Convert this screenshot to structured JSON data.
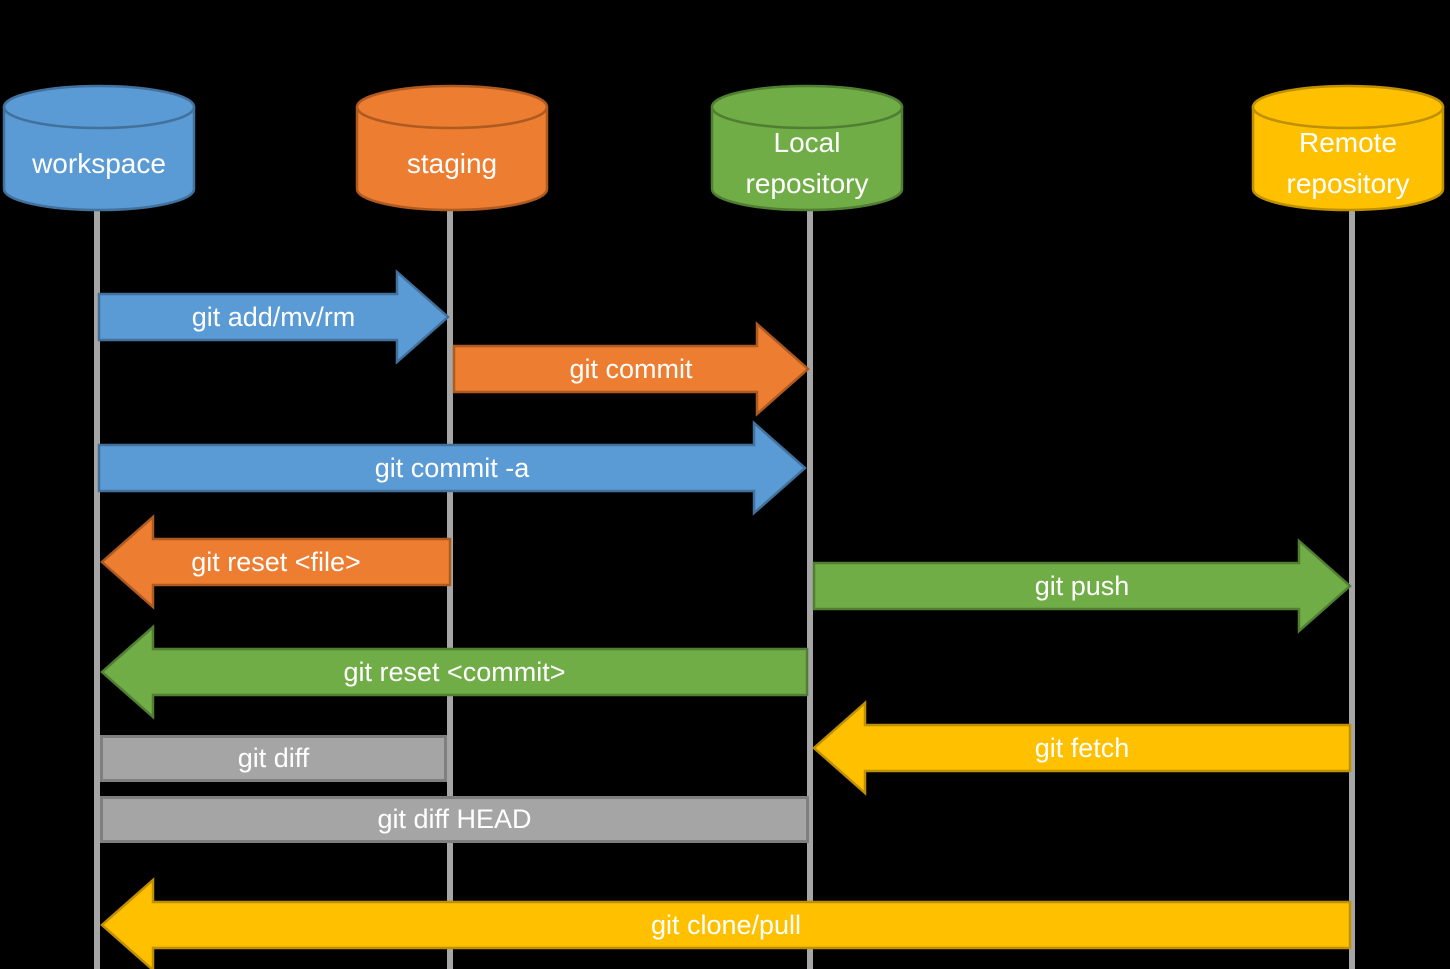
{
  "palette": {
    "background": "#000000",
    "line": "#A6A6A6",
    "text": "#FFFFFF",
    "blue": {
      "fill": "#5B9BD5",
      "border": "#41719C"
    },
    "orange": {
      "fill": "#ED7D31",
      "border": "#AE5A21"
    },
    "green": {
      "fill": "#70AD47",
      "border": "#507E32"
    },
    "gold": {
      "fill": "#FFC000",
      "border": "#BF9000"
    },
    "gray": {
      "fill": "#A5A5A5",
      "border": "#7F7F7F"
    }
  },
  "nodes": [
    {
      "label": "workspace",
      "color": "blue"
    },
    {
      "label": "staging",
      "color": "orange"
    },
    {
      "label": "Local repository",
      "color": "green"
    },
    {
      "label": "Remote repository",
      "color": "gold"
    }
  ],
  "arrows": [
    {
      "label": "git add/mv/rm",
      "from": "workspace",
      "to": "staging",
      "direction": "right",
      "color": "blue"
    },
    {
      "label": "git commit",
      "from": "staging",
      "to": "local-repository",
      "direction": "right",
      "color": "orange"
    },
    {
      "label": "git commit -a",
      "from": "workspace",
      "to": "local-repository",
      "direction": "right",
      "color": "blue"
    },
    {
      "label": "git reset <file>",
      "from": "staging",
      "to": "workspace",
      "direction": "left",
      "color": "orange"
    },
    {
      "label": "git push",
      "from": "local-repository",
      "to": "remote-repository",
      "direction": "right",
      "color": "green"
    },
    {
      "label": "git reset <commit>",
      "from": "local-repository",
      "to": "workspace",
      "direction": "left",
      "color": "green"
    },
    {
      "label": "git fetch",
      "from": "remote-repository",
      "to": "local-repository",
      "direction": "left",
      "color": "gold"
    },
    {
      "label": "git clone/pull",
      "from": "remote-repository",
      "to": "workspace",
      "direction": "left",
      "color": "gold"
    }
  ],
  "bars": [
    {
      "label": "git diff",
      "from": "workspace",
      "to": "staging"
    },
    {
      "label": "git diff HEAD",
      "from": "workspace",
      "to": "local-repository"
    }
  ]
}
